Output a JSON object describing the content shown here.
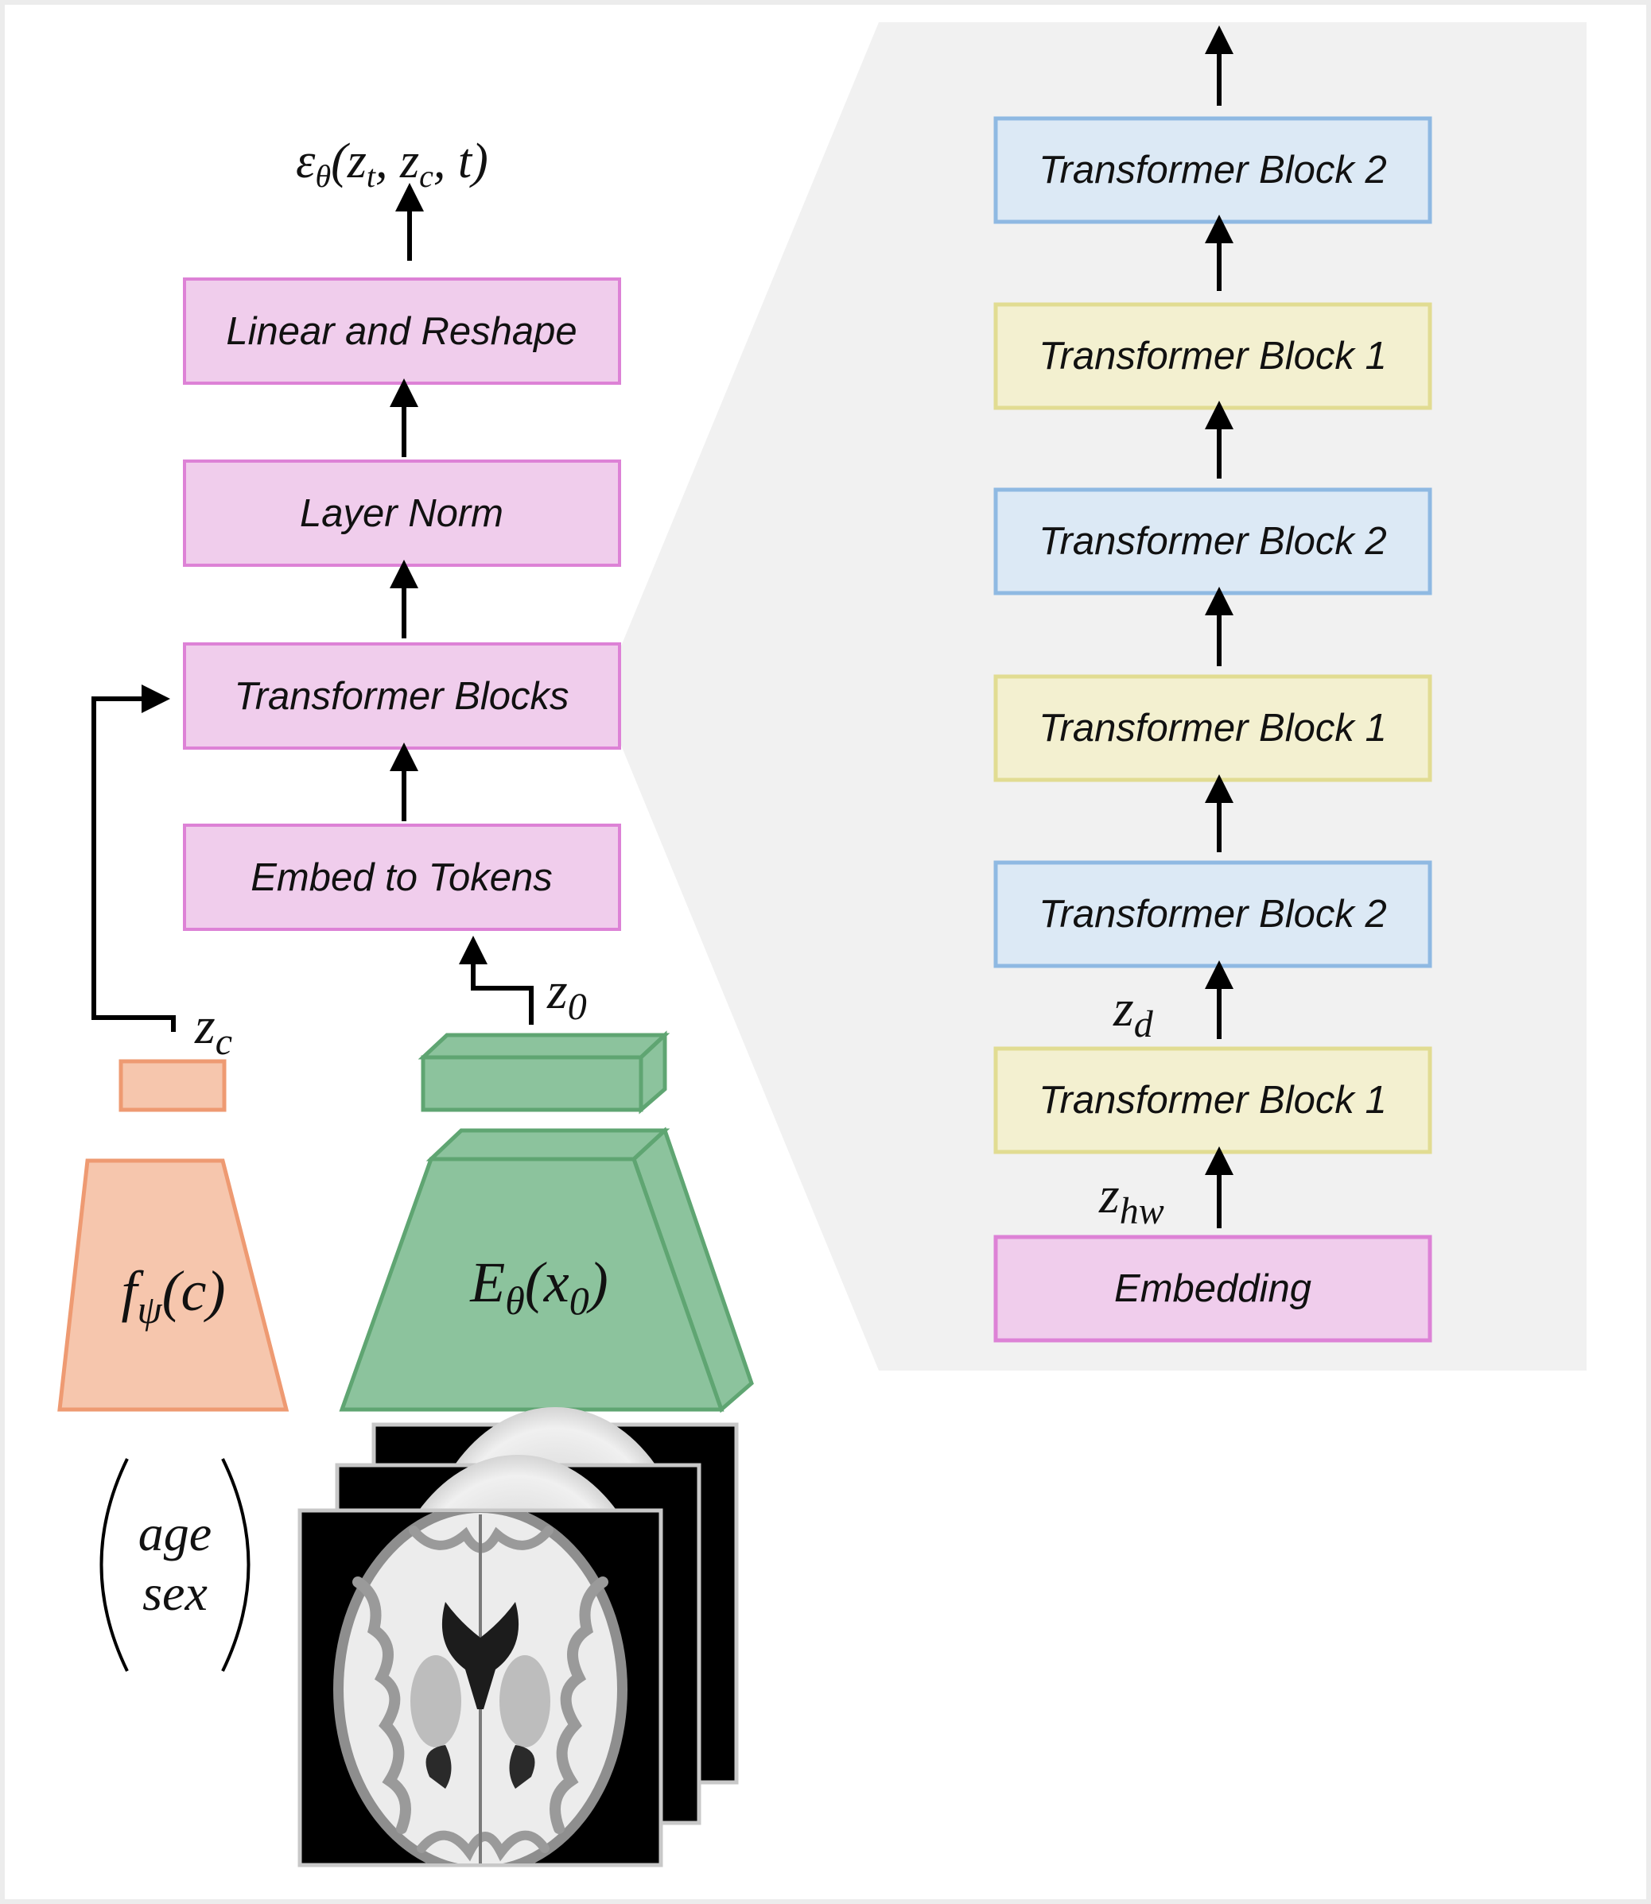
{
  "colors": {
    "pink_fill": "#f0cdec",
    "pink_border": "#dd82d6",
    "blue_fill": "#dce9f5",
    "blue_border": "#8fb9e2",
    "yellow_fill": "#f3f0d0",
    "yellow_border": "#e1dc92",
    "salmon_fill": "#f6c6ad",
    "salmon_border": "#ee9a72",
    "green_fill": "#8cc39d",
    "green_border": "#5fa572",
    "panel_bg": "#f1f1f1"
  },
  "left_column": {
    "output_label": "ε",
    "output_sub": "θ",
    "output_args": "(z",
    "output_args_t_sub": "t",
    "output_args_mid": ", z",
    "output_args_c_sub": "c",
    "output_args_end": ", t)",
    "blocks": {
      "linear_reshape": "Linear and Reshape",
      "layer_norm": "Layer Norm",
      "transformer_blocks": "Transformer Blocks",
      "embed_tokens": "Embed to Tokens"
    }
  },
  "conditioning": {
    "zc_main": "z",
    "zc_sub": "c",
    "encoder_f": "f",
    "encoder_f_sub": "ψ",
    "encoder_f_arg": "(c)",
    "vars": [
      "age",
      "sex"
    ]
  },
  "image_encoder": {
    "z0_main": "z",
    "z0_sub": "0",
    "encoder_e": "E",
    "encoder_e_sub": "θ",
    "encoder_e_arg_open": "(x",
    "encoder_e_arg_sub": "0",
    "encoder_e_arg_close": ")"
  },
  "right_panel": {
    "stack": [
      {
        "label": "Transformer Block 2",
        "kind": "block2"
      },
      {
        "label": "Transformer Block 1",
        "kind": "block1"
      },
      {
        "label": "Transformer Block 2",
        "kind": "block2"
      },
      {
        "label": "Transformer Block 1",
        "kind": "block1"
      },
      {
        "label": "Transformer Block 2",
        "kind": "block2"
      },
      {
        "label": "Transformer Block 1",
        "kind": "block1"
      }
    ],
    "embedding": "Embedding",
    "zd_main": "z",
    "zd_sub": "d",
    "zhw_main": "z",
    "zhw_sub": "hw"
  }
}
